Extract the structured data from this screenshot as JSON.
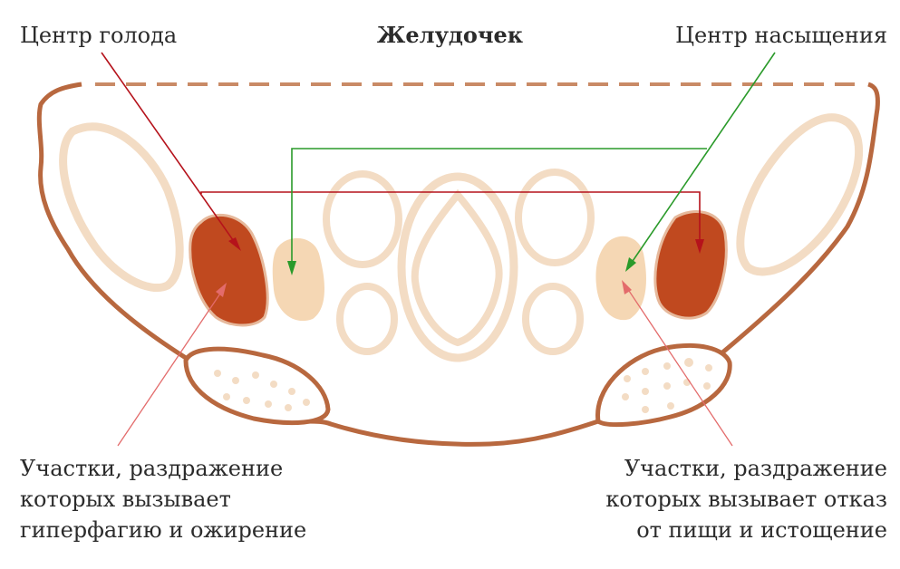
{
  "labels": {
    "hunger_center": "Центр голода",
    "title": "Желудочек",
    "satiety_center": "Центр насыщения",
    "left_description": [
      "Участки, раздражение",
      "которых вызывает",
      "гиперфагию и ожирение"
    ],
    "right_description": [
      "Участки, раздражение",
      "которых вызывает отказ",
      "от пищи и истощение"
    ]
  },
  "colors": {
    "outline": "#b8683f",
    "ventricle_line": "#c98a66",
    "pale_structure": "#f3dcc4",
    "satiety_nucleus": "#f5d7b4",
    "hunger_nucleus": "#c0491f",
    "hunger_arrow": "#b5121b",
    "satiety_arrow": "#2a9a2a",
    "pointer_line": "#e36b6b",
    "text": "#2b2b2b"
  }
}
